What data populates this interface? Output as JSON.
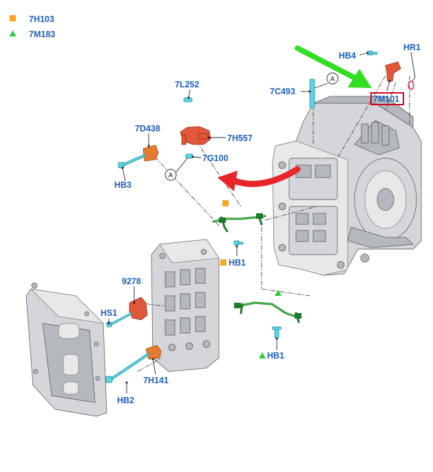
{
  "legend": [
    {
      "shape": "square",
      "color": "#f5a623",
      "label": "7H103"
    },
    {
      "shape": "triangle",
      "color": "#2ecc40",
      "label": "7M183"
    }
  ],
  "labels": {
    "hb4": "HB4",
    "hr1": "HR1",
    "l7c493": "7C493",
    "l7m101": "7M101",
    "l7l252": "7L252",
    "l7d438": "7D438",
    "l7h557": "7H557",
    "l7g100": "7G100",
    "hb3": "HB3",
    "hb1_square": "HB1",
    "l9278": "9278",
    "hs1": "HS1",
    "hb1_triangle": "HB1",
    "l7h141": "7H141",
    "hb2": "HB2"
  },
  "ref_marks": {
    "a1": "A",
    "a2": "A"
  },
  "colors": {
    "label_blue": "#1f5fbf",
    "highlight_box": "#d0021b",
    "arrow_green": "#33dd22",
    "arrow_red": "#e8262a",
    "legend_orange": "#f5a623",
    "legend_green": "#2ecc40"
  }
}
